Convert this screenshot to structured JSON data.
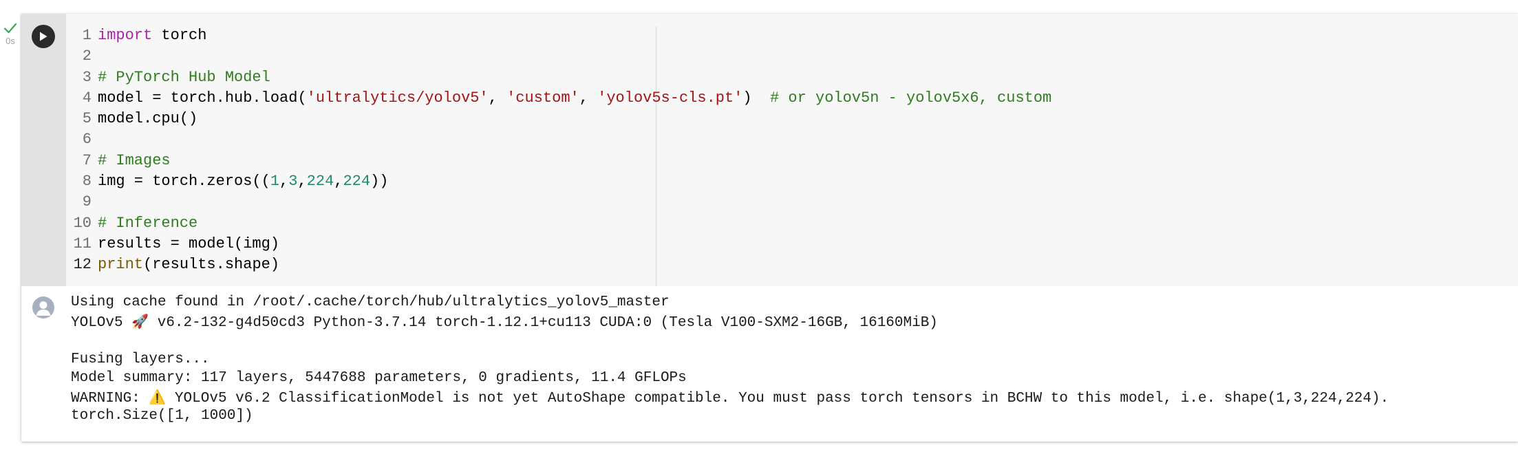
{
  "cell": {
    "exec_time": "0s",
    "code_lines": [
      {
        "num": "1",
        "tokens": [
          {
            "t": "import",
            "c": "kw"
          },
          {
            "t": " torch",
            "c": ""
          }
        ]
      },
      {
        "num": "2",
        "tokens": []
      },
      {
        "num": "3",
        "tokens": [
          {
            "t": "# PyTorch Hub Model",
            "c": "cm"
          }
        ]
      },
      {
        "num": "4",
        "tokens": [
          {
            "t": "model = torch.hub.load(",
            "c": ""
          },
          {
            "t": "'ultralytics/yolov5'",
            "c": "str"
          },
          {
            "t": ", ",
            "c": ""
          },
          {
            "t": "'custom'",
            "c": "str"
          },
          {
            "t": ", ",
            "c": ""
          },
          {
            "t": "'yolov5s-cls.pt'",
            "c": "str"
          },
          {
            "t": ")  ",
            "c": ""
          },
          {
            "t": "# or yolov5n - yolov5x6, custom",
            "c": "cm"
          }
        ]
      },
      {
        "num": "5",
        "tokens": [
          {
            "t": "model.cpu()",
            "c": ""
          }
        ]
      },
      {
        "num": "6",
        "tokens": []
      },
      {
        "num": "7",
        "tokens": [
          {
            "t": "# Images",
            "c": "cm"
          }
        ]
      },
      {
        "num": "8",
        "tokens": [
          {
            "t": "img = torch.zeros((",
            "c": ""
          },
          {
            "t": "1",
            "c": "num"
          },
          {
            "t": ",",
            "c": ""
          },
          {
            "t": "3",
            "c": "num"
          },
          {
            "t": ",",
            "c": ""
          },
          {
            "t": "224",
            "c": "num"
          },
          {
            "t": ",",
            "c": ""
          },
          {
            "t": "224",
            "c": "num"
          },
          {
            "t": "))",
            "c": ""
          }
        ]
      },
      {
        "num": "9",
        "tokens": []
      },
      {
        "num": "10",
        "tokens": [
          {
            "t": "# Inference",
            "c": "cm"
          }
        ]
      },
      {
        "num": "11",
        "tokens": [
          {
            "t": "results = model(img)",
            "c": ""
          }
        ]
      },
      {
        "num": "12",
        "active": true,
        "tokens": [
          {
            "t": "print",
            "c": "fn"
          },
          {
            "t": "(results.shape)",
            "c": ""
          }
        ]
      }
    ]
  },
  "output": {
    "lines": [
      {
        "parts": [
          {
            "t": "Using cache found in /root/.cache/torch/hub/ultralytics_yolov5_master"
          }
        ]
      },
      {
        "parts": [
          {
            "t": "YOLOv5 "
          },
          {
            "t": "🚀",
            "emoji": true
          },
          {
            "t": " v6.2-132-g4d50cd3 Python-3.7.14 torch-1.12.1+cu113 CUDA:0 (Tesla V100-SXM2-16GB, 16160MiB)"
          }
        ]
      },
      {
        "parts": [
          {
            "t": ""
          }
        ]
      },
      {
        "parts": [
          {
            "t": "Fusing layers... "
          }
        ]
      },
      {
        "parts": [
          {
            "t": "Model summary: 117 layers, 5447688 parameters, 0 gradients, 11.4 GFLOPs"
          }
        ]
      },
      {
        "parts": [
          {
            "t": "WARNING: "
          },
          {
            "t": "⚠️",
            "emoji": true
          },
          {
            "t": " YOLOv5 v6.2 ClassificationModel is not yet AutoShape compatible. You must pass torch tensors in BCHW to this model, i.e. shape(1,3,224,224)."
          }
        ]
      },
      {
        "parts": [
          {
            "t": "torch.Size([1, 1000])"
          }
        ]
      }
    ]
  },
  "icons": {
    "status": "check-icon",
    "run": "play-icon",
    "output": "avatar-icon"
  },
  "colors": {
    "keyword": "#a626a4",
    "comment": "#2f7d1f",
    "string": "#a31515",
    "number": "#1e8a6e",
    "builtin": "#7a5a00",
    "success": "#34a853"
  }
}
